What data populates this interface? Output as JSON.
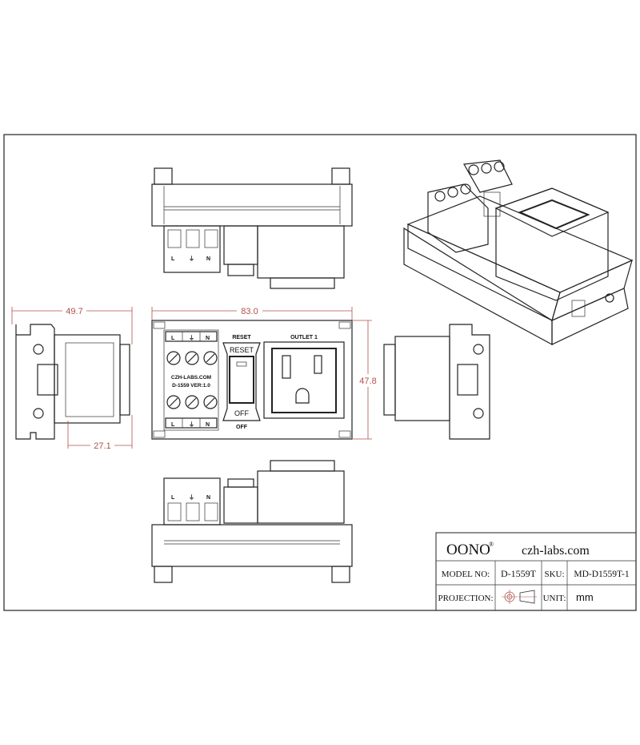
{
  "dimensions": {
    "width_front": "83.0",
    "height_front": "47.8",
    "depth_side": "49.7",
    "depth_rail": "27.1"
  },
  "front_view": {
    "terminal_labels": [
      "L",
      "⏚",
      "N"
    ],
    "reset_label": "RESET",
    "switch_top": "RESET",
    "switch_bottom": "OFF",
    "off_label": "OFF",
    "outlet_label": "OUTLET 1",
    "brand_text": "CZH-LABS.COM",
    "version_text": "D-1559  VER:1.0"
  },
  "title_block": {
    "brand": "OONO",
    "registered": "®",
    "website": "czh-labs.com",
    "model_label": "MODEL NO:",
    "model_value": "D-1559T",
    "sku_label": "SKU:",
    "sku_value": "MD-D1559T-1",
    "projection_label": "PROJECTION:",
    "unit_label": "UNIT:",
    "unit_value": "mm"
  },
  "colors": {
    "dimension": "#b0504a",
    "line": "#222222"
  }
}
